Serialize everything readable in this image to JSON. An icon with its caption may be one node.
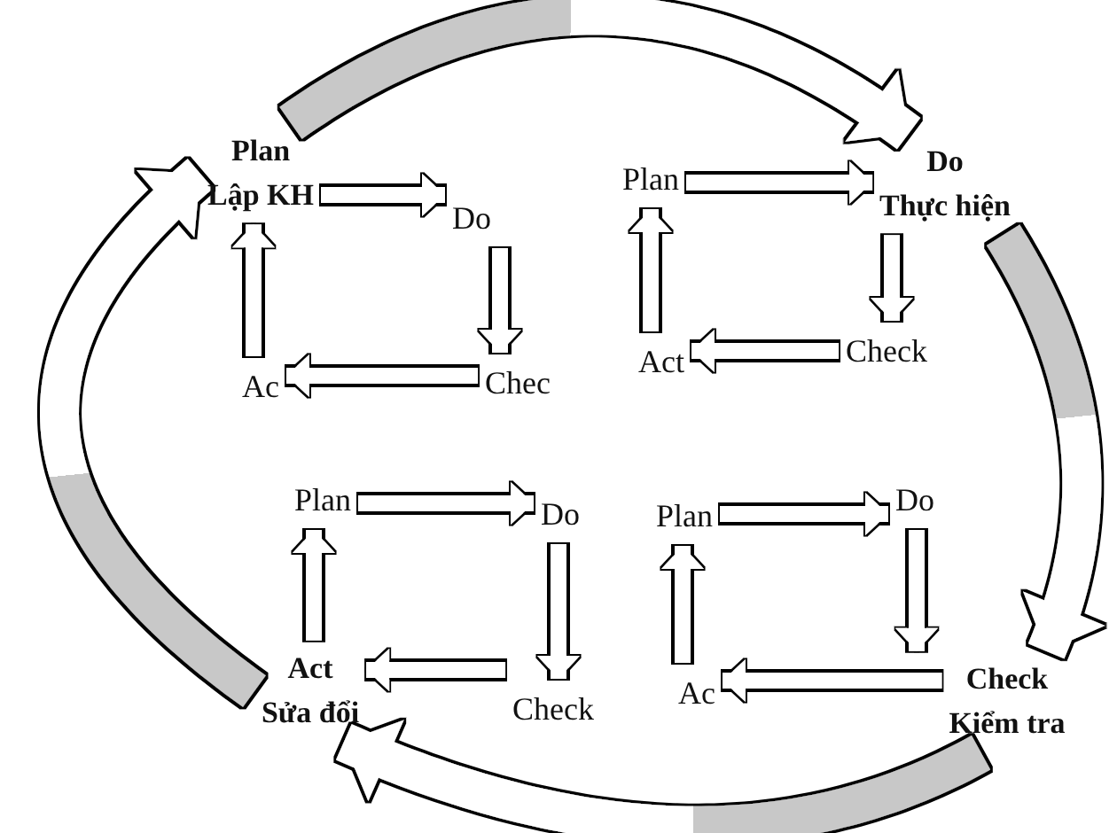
{
  "diagram": {
    "nodes": [
      {
        "text": [
          "Plan",
          "Lập KH"
        ]
      },
      {
        "text": [
          "Do"
        ]
      },
      {
        "text": [
          "Chec"
        ]
      },
      {
        "text": [
          "Ac"
        ]
      },
      {
        "text": [
          "Plan"
        ]
      },
      {
        "text": [
          "Do",
          "Thực hiện"
        ]
      },
      {
        "text": [
          "Check"
        ]
      },
      {
        "text": [
          "Act"
        ]
      },
      {
        "text": [
          "Plan"
        ]
      },
      {
        "text": [
          "Do"
        ]
      },
      {
        "text": [
          "Check"
        ]
      },
      {
        "text": [
          "Act",
          "Sửa đổi"
        ]
      },
      {
        "text": [
          "Plan"
        ]
      },
      {
        "text": [
          "Do"
        ]
      },
      {
        "text": [
          "Check",
          "Kiểm tra"
        ]
      },
      {
        "text": [
          "Ac"
        ]
      }
    ],
    "edges": [
      {
        "from": 0,
        "to": 1,
        "arrow": "to"
      },
      {
        "from": 1,
        "to": 2,
        "arrow": "to"
      },
      {
        "from": 2,
        "to": 3,
        "arrow": "to"
      },
      {
        "from": 3,
        "to": 0,
        "arrow": "to"
      },
      {
        "from": 4,
        "to": 5,
        "arrow": "to"
      },
      {
        "from": 5,
        "to": 6,
        "arrow": "to"
      },
      {
        "from": 6,
        "to": 7,
        "arrow": "to"
      },
      {
        "from": 7,
        "to": 4,
        "arrow": "to"
      },
      {
        "from": 8,
        "to": 9,
        "arrow": "to"
      },
      {
        "from": 9,
        "to": 10,
        "arrow": "to"
      },
      {
        "from": 10,
        "to": 11,
        "arrow": "to"
      },
      {
        "from": 11,
        "to": 8,
        "arrow": "to"
      },
      {
        "from": 12,
        "to": 13,
        "arrow": "to"
      },
      {
        "from": 13,
        "to": 14,
        "arrow": "to"
      },
      {
        "from": 14,
        "to": 15,
        "arrow": "to"
      },
      {
        "from": 15,
        "to": 12,
        "arrow": "to"
      },
      {
        "from": 0,
        "to": 5,
        "arrow": "to",
        "style": "thick"
      },
      {
        "from": 5,
        "to": 14,
        "arrow": "to",
        "style": "thick"
      },
      {
        "from": 14,
        "to": 11,
        "arrow": "to",
        "style": "thick"
      },
      {
        "from": 11,
        "to": 0,
        "arrow": "to",
        "style": "thick"
      }
    ]
  }
}
